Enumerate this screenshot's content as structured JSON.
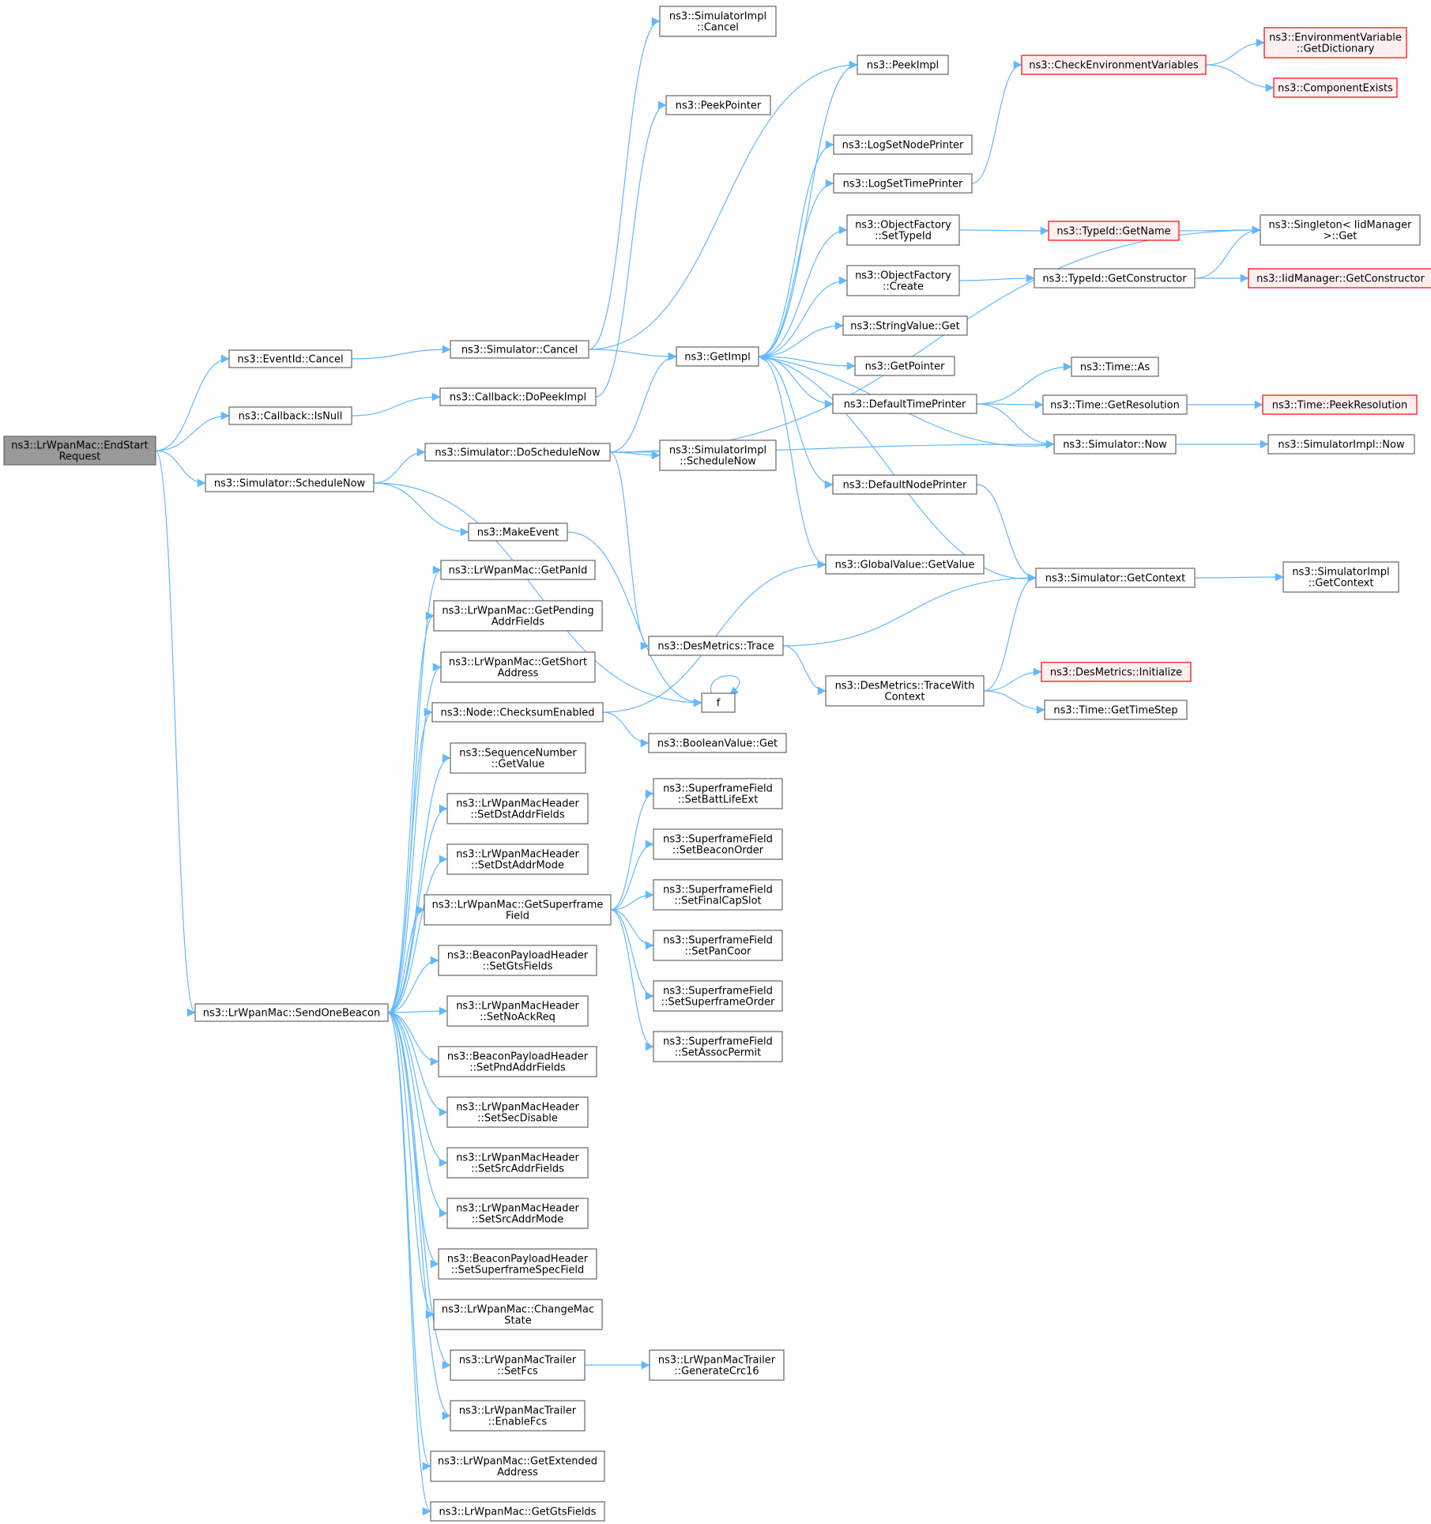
{
  "diagram": {
    "style": {
      "edge_color": "#63b8ff",
      "node_border": "#666666",
      "node_fill": "#ffffff",
      "root_fill": "#999999",
      "incomplete_border": "#ff0000",
      "incomplete_fill": "#fff0f0"
    },
    "nodes": [
      {
        "id": "root",
        "lines": [
          "ns3::LrWpanMac::EndStart",
          "Request"
        ],
        "kind": "root"
      },
      {
        "id": "eventid_cancel",
        "lines": [
          "ns3::EventId::Cancel"
        ]
      },
      {
        "id": "callback_isnull",
        "lines": [
          "ns3::Callback::IsNull"
        ]
      },
      {
        "id": "sim_schedulenow",
        "lines": [
          "ns3::Simulator::ScheduleNow"
        ]
      },
      {
        "id": "sendonebeacon",
        "lines": [
          "ns3::LrWpanMac::SendOneBeacon"
        ]
      },
      {
        "id": "sim_cancel",
        "lines": [
          "ns3::Simulator::Cancel"
        ]
      },
      {
        "id": "cb_dopeekimpl",
        "lines": [
          "ns3::Callback::DoPeekImpl"
        ]
      },
      {
        "id": "sim_doschedulenow",
        "lines": [
          "ns3::Simulator::DoScheduleNow"
        ]
      },
      {
        "id": "makeevent",
        "lines": [
          "ns3::MakeEvent"
        ]
      },
      {
        "id": "getpanid",
        "lines": [
          "ns3::LrWpanMac::GetPanId"
        ]
      },
      {
        "id": "getpending",
        "lines": [
          "ns3::LrWpanMac::GetPending",
          "AddrFields"
        ]
      },
      {
        "id": "getshort",
        "lines": [
          "ns3::LrWpanMac::GetShort",
          "Address"
        ]
      },
      {
        "id": "checksum",
        "lines": [
          "ns3::Node::ChecksumEnabled"
        ]
      },
      {
        "id": "seqnum",
        "lines": [
          "ns3::SequenceNumber",
          "::GetValue"
        ]
      },
      {
        "id": "setdstaddrfields",
        "lines": [
          "ns3::LrWpanMacHeader",
          "::SetDstAddrFields"
        ]
      },
      {
        "id": "setdstaddrmode",
        "lines": [
          "ns3::LrWpanMacHeader",
          "::SetDstAddrMode"
        ]
      },
      {
        "id": "getsuperframe",
        "lines": [
          "ns3::LrWpanMac::GetSuperframe",
          "Field"
        ]
      },
      {
        "id": "setgtsfields",
        "lines": [
          "ns3::BeaconPayloadHeader",
          "::SetGtsFields"
        ]
      },
      {
        "id": "setnoackreq",
        "lines": [
          "ns3::LrWpanMacHeader",
          "::SetNoAckReq"
        ]
      },
      {
        "id": "setpndaddr",
        "lines": [
          "ns3::BeaconPayloadHeader",
          "::SetPndAddrFields"
        ]
      },
      {
        "id": "setsecdisable",
        "lines": [
          "ns3::LrWpanMacHeader",
          "::SetSecDisable"
        ]
      },
      {
        "id": "setsrcaddrfields",
        "lines": [
          "ns3::LrWpanMacHeader",
          "::SetSrcAddrFields"
        ]
      },
      {
        "id": "setsrcaddrmode",
        "lines": [
          "ns3::LrWpanMacHeader",
          "::SetSrcAddrMode"
        ]
      },
      {
        "id": "setsuperframespec",
        "lines": [
          "ns3::BeaconPayloadHeader",
          "::SetSuperframeSpecField"
        ]
      },
      {
        "id": "changemac",
        "lines": [
          "ns3::LrWpanMac::ChangeMac",
          "State"
        ]
      },
      {
        "id": "setfcs",
        "lines": [
          "ns3::LrWpanMacTrailer",
          "::SetFcs"
        ]
      },
      {
        "id": "enablefcs",
        "lines": [
          "ns3::LrWpanMacTrailer",
          "::EnableFcs"
        ]
      },
      {
        "id": "getextended",
        "lines": [
          "ns3::LrWpanMac::GetExtended",
          "Address"
        ]
      },
      {
        "id": "getgtsfields",
        "lines": [
          "ns3::LrWpanMac::GetGtsFields"
        ]
      },
      {
        "id": "simimpl_cancel",
        "lines": [
          "ns3::SimulatorImpl",
          "::Cancel"
        ]
      },
      {
        "id": "peekpointer",
        "lines": [
          "ns3::PeekPointer"
        ]
      },
      {
        "id": "getimpl",
        "lines": [
          "ns3::GetImpl"
        ]
      },
      {
        "id": "simimpl_schedulenow",
        "lines": [
          "ns3::SimulatorImpl",
          "::ScheduleNow"
        ]
      },
      {
        "id": "desmetrics_trace",
        "lines": [
          "ns3::DesMetrics::Trace"
        ]
      },
      {
        "id": "f",
        "lines": [
          "f"
        ]
      },
      {
        "id": "booleanvalue_get",
        "lines": [
          "ns3::BooleanValue::Get"
        ]
      },
      {
        "id": "sf_battlife",
        "lines": [
          "ns3::SuperframeField",
          "::SetBattLifeExt"
        ]
      },
      {
        "id": "sf_beaconorder",
        "lines": [
          "ns3::SuperframeField",
          "::SetBeaconOrder"
        ]
      },
      {
        "id": "sf_finalcap",
        "lines": [
          "ns3::SuperframeField",
          "::SetFinalCapSlot"
        ]
      },
      {
        "id": "sf_pancoor",
        "lines": [
          "ns3::SuperframeField",
          "::SetPanCoor"
        ]
      },
      {
        "id": "sf_superframeorder",
        "lines": [
          "ns3::SuperframeField",
          "::SetSuperframeOrder"
        ]
      },
      {
        "id": "sf_assocpermit",
        "lines": [
          "ns3::SuperframeField",
          "::SetAssocPermit"
        ]
      },
      {
        "id": "generatecrc",
        "lines": [
          "ns3::LrWpanMacTrailer",
          "::GenerateCrc16"
        ]
      },
      {
        "id": "peekimpl",
        "lines": [
          "ns3::PeekImpl"
        ]
      },
      {
        "id": "lognodeprinter",
        "lines": [
          "ns3::LogSetNodePrinter"
        ]
      },
      {
        "id": "logtimeprinter",
        "lines": [
          "ns3::LogSetTimePrinter"
        ]
      },
      {
        "id": "of_settypeid",
        "lines": [
          "ns3::ObjectFactory",
          "::SetTypeId"
        ]
      },
      {
        "id": "of_create",
        "lines": [
          "ns3::ObjectFactory",
          "::Create"
        ]
      },
      {
        "id": "stringvalue_get",
        "lines": [
          "ns3::StringValue::Get"
        ]
      },
      {
        "id": "getpointer",
        "lines": [
          "ns3::GetPointer"
        ]
      },
      {
        "id": "defaulttimeprinter",
        "lines": [
          "ns3::DefaultTimePrinter"
        ]
      },
      {
        "id": "defaultnodeprinter",
        "lines": [
          "ns3::DefaultNodePrinter"
        ]
      },
      {
        "id": "globalvalue_get",
        "lines": [
          "ns3::GlobalValue::GetValue"
        ]
      },
      {
        "id": "tracewithcontext",
        "lines": [
          "ns3::DesMetrics::TraceWith",
          "Context"
        ]
      },
      {
        "id": "checkenv",
        "lines": [
          "ns3::CheckEnvironmentVariables"
        ],
        "kind": "incomplete"
      },
      {
        "id": "typeid_getname",
        "lines": [
          "ns3::TypeId::GetName"
        ],
        "kind": "incomplete"
      },
      {
        "id": "typeid_getconstructor",
        "lines": [
          "ns3::TypeId::GetConstructor"
        ]
      },
      {
        "id": "time_as",
        "lines": [
          "ns3::Time::As"
        ]
      },
      {
        "id": "time_getresolution",
        "lines": [
          "ns3::Time::GetResolution"
        ]
      },
      {
        "id": "simulator_now",
        "lines": [
          "ns3::Simulator::Now"
        ]
      },
      {
        "id": "sim_getcontext",
        "lines": [
          "ns3::Simulator::GetContext"
        ]
      },
      {
        "id": "desmetrics_init",
        "lines": [
          "ns3::DesMetrics::Initialize"
        ],
        "kind": "incomplete"
      },
      {
        "id": "time_gettimestep",
        "lines": [
          "ns3::Time::GetTimeStep"
        ]
      },
      {
        "id": "envvar_getdict",
        "lines": [
          "ns3::EnvironmentVariable",
          "::GetDictionary"
        ],
        "kind": "incomplete"
      },
      {
        "id": "componentexists",
        "lines": [
          "ns3::ComponentExists"
        ],
        "kind": "incomplete"
      },
      {
        "id": "singleton_get",
        "lines": [
          "ns3::Singleton< IidManager",
          " >::Get"
        ]
      },
      {
        "id": "iidmanager_getconstructor",
        "lines": [
          "ns3::IidManager::GetConstructor"
        ],
        "kind": "incomplete"
      },
      {
        "id": "time_peekresolution",
        "lines": [
          "ns3::Time::PeekResolution"
        ],
        "kind": "incomplete"
      },
      {
        "id": "simimpl_now",
        "lines": [
          "ns3::SimulatorImpl::Now"
        ]
      },
      {
        "id": "simimpl_getcontext",
        "lines": [
          "ns3::SimulatorImpl",
          "::GetContext"
        ]
      }
    ],
    "edges": [
      [
        "root",
        "eventid_cancel"
      ],
      [
        "root",
        "callback_isnull"
      ],
      [
        "root",
        "sim_schedulenow"
      ],
      [
        "root",
        "sendonebeacon"
      ],
      [
        "eventid_cancel",
        "sim_cancel"
      ],
      [
        "callback_isnull",
        "cb_dopeekimpl"
      ],
      [
        "sim_schedulenow",
        "sim_doschedulenow"
      ],
      [
        "sim_schedulenow",
        "makeevent"
      ],
      [
        "sim_schedulenow",
        "f"
      ],
      [
        "sendonebeacon",
        "getpanid"
      ],
      [
        "sendonebeacon",
        "getpending"
      ],
      [
        "sendonebeacon",
        "getshort"
      ],
      [
        "sendonebeacon",
        "checksum"
      ],
      [
        "sendonebeacon",
        "seqnum"
      ],
      [
        "sendonebeacon",
        "setdstaddrfields"
      ],
      [
        "sendonebeacon",
        "setdstaddrmode"
      ],
      [
        "sendonebeacon",
        "getsuperframe"
      ],
      [
        "sendonebeacon",
        "setgtsfields"
      ],
      [
        "sendonebeacon",
        "setnoackreq"
      ],
      [
        "sendonebeacon",
        "setpndaddr"
      ],
      [
        "sendonebeacon",
        "setsecdisable"
      ],
      [
        "sendonebeacon",
        "setsrcaddrfields"
      ],
      [
        "sendonebeacon",
        "setsrcaddrmode"
      ],
      [
        "sendonebeacon",
        "setsuperframespec"
      ],
      [
        "sendonebeacon",
        "changemac"
      ],
      [
        "sendonebeacon",
        "setfcs"
      ],
      [
        "sendonebeacon",
        "enablefcs"
      ],
      [
        "sendonebeacon",
        "getextended"
      ],
      [
        "sendonebeacon",
        "getgtsfields"
      ],
      [
        "sim_cancel",
        "simimpl_cancel"
      ],
      [
        "sim_cancel",
        "peekimpl"
      ],
      [
        "sim_cancel",
        "getimpl"
      ],
      [
        "cb_dopeekimpl",
        "peekpointer"
      ],
      [
        "sim_doschedulenow",
        "getimpl"
      ],
      [
        "sim_doschedulenow",
        "simimpl_schedulenow"
      ],
      [
        "sim_doschedulenow",
        "desmetrics_trace"
      ],
      [
        "sim_doschedulenow",
        "singleton_get"
      ],
      [
        "sim_doschedulenow",
        "simulator_now"
      ],
      [
        "makeevent",
        "f"
      ],
      [
        "f",
        "f"
      ],
      [
        "checksum",
        "globalvalue_get"
      ],
      [
        "checksum",
        "booleanvalue_get"
      ],
      [
        "getsuperframe",
        "sf_battlife"
      ],
      [
        "getsuperframe",
        "sf_beaconorder"
      ],
      [
        "getsuperframe",
        "sf_finalcap"
      ],
      [
        "getsuperframe",
        "sf_pancoor"
      ],
      [
        "getsuperframe",
        "sf_superframeorder"
      ],
      [
        "getsuperframe",
        "sf_assocpermit"
      ],
      [
        "setfcs",
        "generatecrc"
      ],
      [
        "getimpl",
        "peekimpl"
      ],
      [
        "getimpl",
        "lognodeprinter"
      ],
      [
        "getimpl",
        "logtimeprinter"
      ],
      [
        "getimpl",
        "of_settypeid"
      ],
      [
        "getimpl",
        "of_create"
      ],
      [
        "getimpl",
        "stringvalue_get"
      ],
      [
        "getimpl",
        "getpointer"
      ],
      [
        "getimpl",
        "defaulttimeprinter"
      ],
      [
        "getimpl",
        "defaultnodeprinter"
      ],
      [
        "getimpl",
        "globalvalue_get"
      ],
      [
        "desmetrics_trace",
        "sim_getcontext"
      ],
      [
        "desmetrics_trace",
        "tracewithcontext"
      ],
      [
        "tracewithcontext",
        "sim_getcontext"
      ],
      [
        "tracewithcontext",
        "desmetrics_init"
      ],
      [
        "tracewithcontext",
        "time_gettimestep"
      ],
      [
        "logtimeprinter",
        "checkenv"
      ],
      [
        "checkenv",
        "envvar_getdict"
      ],
      [
        "checkenv",
        "componentexists"
      ],
      [
        "of_settypeid",
        "typeid_getname"
      ],
      [
        "typeid_getname",
        "singleton_get"
      ],
      [
        "of_create",
        "typeid_getconstructor"
      ],
      [
        "typeid_getconstructor",
        "singleton_get"
      ],
      [
        "typeid_getconstructor",
        "iidmanager_getconstructor"
      ],
      [
        "defaulttimeprinter",
        "time_as"
      ],
      [
        "defaulttimeprinter",
        "time_getresolution"
      ],
      [
        "defaulttimeprinter",
        "simulator_now"
      ],
      [
        "time_getresolution",
        "time_peekresolution"
      ],
      [
        "simulator_now",
        "getimpl"
      ],
      [
        "simulator_now",
        "simimpl_now"
      ],
      [
        "defaultnodeprinter",
        "sim_getcontext"
      ],
      [
        "sim_getcontext",
        "getimpl"
      ],
      [
        "sim_getcontext",
        "simimpl_getcontext"
      ]
    ]
  }
}
